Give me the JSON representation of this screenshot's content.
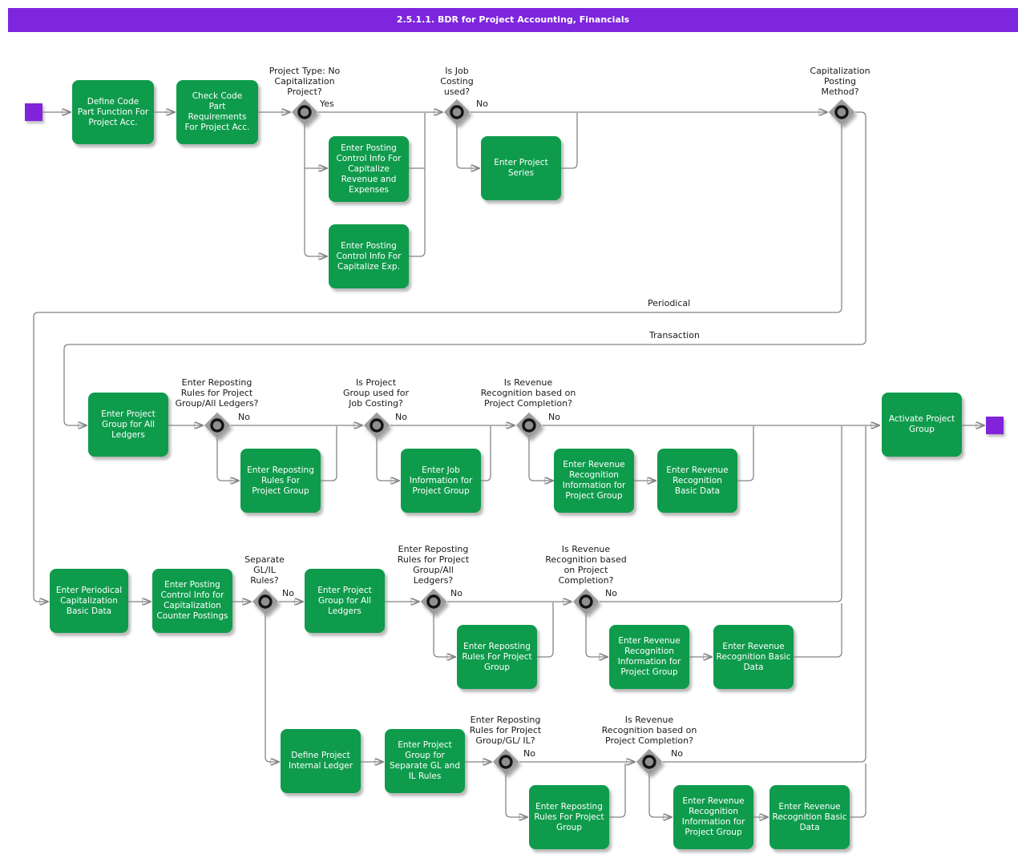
{
  "title": "2.5.1.1. BDR for Project Accounting, Financials",
  "colors": {
    "title_bar": "#7d26dd",
    "task_green": "#0f9b4c",
    "node_purple": "#8023db",
    "line_gray": "#858585",
    "diamond_gray": "#9c9c9c"
  },
  "tasks": {
    "define_code_part": {
      "label": "Define Code\nPart Function For\nProject Acc."
    },
    "check_code_part": {
      "label": "Check Code\nPart\nRequirements\nFor Project Acc."
    },
    "posting_cap_rev": {
      "label": "Enter Posting\nControl Info For\nCapitalize\nRevenue and\nExpenses"
    },
    "posting_cap_exp": {
      "label": "Enter Posting\nControl Info For\nCapitalize Exp."
    },
    "project_series": {
      "label": "Enter Project\nSeries"
    },
    "proj_group_all_1": {
      "label": "Enter Project\nGroup for All\nLedgers"
    },
    "repost_rules_1": {
      "label": "Enter Reposting\nRules For\nProject Group"
    },
    "job_info": {
      "label": "Enter Job\nInformation for\nProject Group"
    },
    "rev_rec_info_1": {
      "label": "Enter Revenue\nRecognition\nInformation for\nProject Group"
    },
    "rev_rec_basic_1": {
      "label": "Enter Revenue\nRecognition\nBasic Data"
    },
    "activate_group": {
      "label": "Activate Project\nGroup"
    },
    "periodical_basic": {
      "label": "Enter Periodical\nCapitalization\nBasic Data"
    },
    "posting_counter": {
      "label": "Enter Posting\nControl Info for\nCapitalization\nCounter Postings"
    },
    "proj_group_all_2": {
      "label": "Enter Project\nGroup for All\nLedgers"
    },
    "repost_rules_2": {
      "label": "Enter Reposting\nRules For Project\nGroup"
    },
    "rev_rec_info_2": {
      "label": "Enter Revenue\nRecognition\nInformation for\nProject Group"
    },
    "rev_rec_basic_2": {
      "label": "Enter Revenue\nRecognition Basic\nData"
    },
    "define_internal_ledger": {
      "label": "Define Project\nInternal Ledger"
    },
    "proj_group_sep_gl_il": {
      "label": "Enter Project\nGroup for\nSeparate GL and\nIL Rules"
    },
    "repost_rules_3": {
      "label": "Enter Reposting\nRules For Project\nGroup"
    },
    "rev_rec_info_3": {
      "label": "Enter Revenue\nRecognition\nInformation for\nProject Group"
    },
    "rev_rec_basic_3": {
      "label": "Enter Revenue\nRecognition Basic\nData"
    }
  },
  "decisions": {
    "project_type": {
      "question": "Project Type: No\nCapitalization\nProject?",
      "answer": "Yes"
    },
    "job_costing": {
      "question": "Is Job\nCosting\nused?",
      "answer": "No"
    },
    "cap_posting_method": {
      "question": "Capitalization\nPosting\nMethod?",
      "answer_down": "Periodical",
      "answer_right": "Transaction"
    },
    "repost_all_ledgers_1": {
      "question": "Enter Reposting\nRules for Project\nGroup/All Ledgers?",
      "answer": "No"
    },
    "group_job_costing": {
      "question": "Is Project\nGroup used for\nJob Costing?",
      "answer": "No"
    },
    "rev_rec_completion_1": {
      "question": "Is Revenue\nRecognition based on\nProject Completion?",
      "answer": "No"
    },
    "separate_gl_il": {
      "question": "Separate\nGL/IL\nRules?",
      "answer": "No"
    },
    "repost_all_ledgers_2": {
      "question": "Enter Reposting\nRules for Project\nGroup/All\nLedgers?",
      "answer": "No"
    },
    "rev_rec_completion_2": {
      "question": "Is Revenue\nRecognition based\non Project\nCompletion?",
      "answer": "No"
    },
    "repost_gl_il": {
      "question": "Enter Reposting\nRules for Project\nGroup/GL/ IL?",
      "answer": "No"
    },
    "rev_rec_completion_3": {
      "question": "Is Revenue\nRecognition based on\nProject Completion?",
      "answer": "No"
    }
  }
}
